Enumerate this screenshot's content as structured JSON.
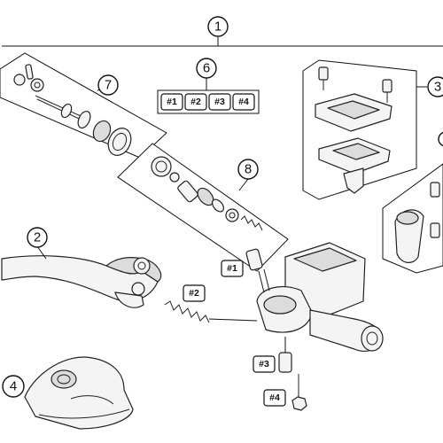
{
  "callouts": {
    "c1": "1",
    "c2": "2",
    "c3": "3",
    "c4": "4",
    "c6": "6",
    "c7": "7",
    "c8": "8"
  },
  "tags": {
    "t1": "#1",
    "t2": "#2",
    "t3": "#3",
    "t4": "#4"
  },
  "colors": {
    "highlight": "#e8741e",
    "line": "#111111"
  }
}
